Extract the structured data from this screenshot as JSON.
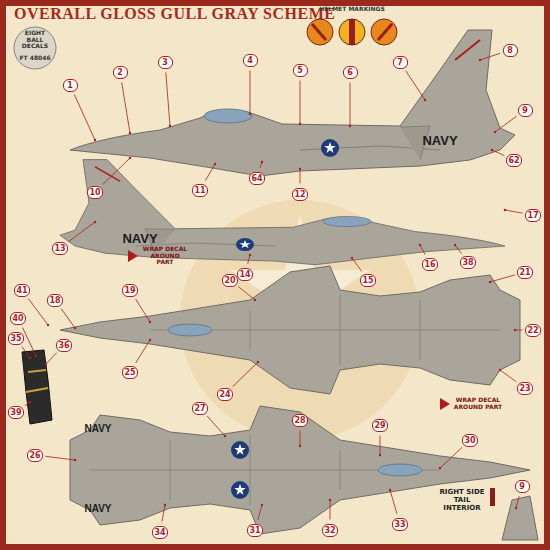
{
  "diagram": {
    "title": "OVERALL GLOSS GULL GRAY SCHEME",
    "labels": [
      "HELMET MARKINGS",
      "EIGHT BALL DECALS",
      "FT 48046",
      "NAVY",
      "NAVY",
      "WRAP DECAL AROUND PART",
      "NAVY",
      "NAVY",
      "WRAP DECAL AROUND PART",
      "RIGHT SIDE TAIL INTERIOR",
      "1",
      "2",
      "3",
      "4",
      "5",
      "6",
      "7",
      "8",
      "9",
      "10",
      "11",
      "12",
      "13",
      "14",
      "15",
      "16",
      "17",
      "18",
      "19",
      "20",
      "21",
      "22",
      "23",
      "24",
      "25",
      "26",
      "27",
      "28",
      "29",
      "30",
      "31",
      "32",
      "33",
      "34",
      "35",
      "36",
      "38",
      "39",
      "40",
      "41",
      "62",
      "64",
      "9"
    ]
  }
}
